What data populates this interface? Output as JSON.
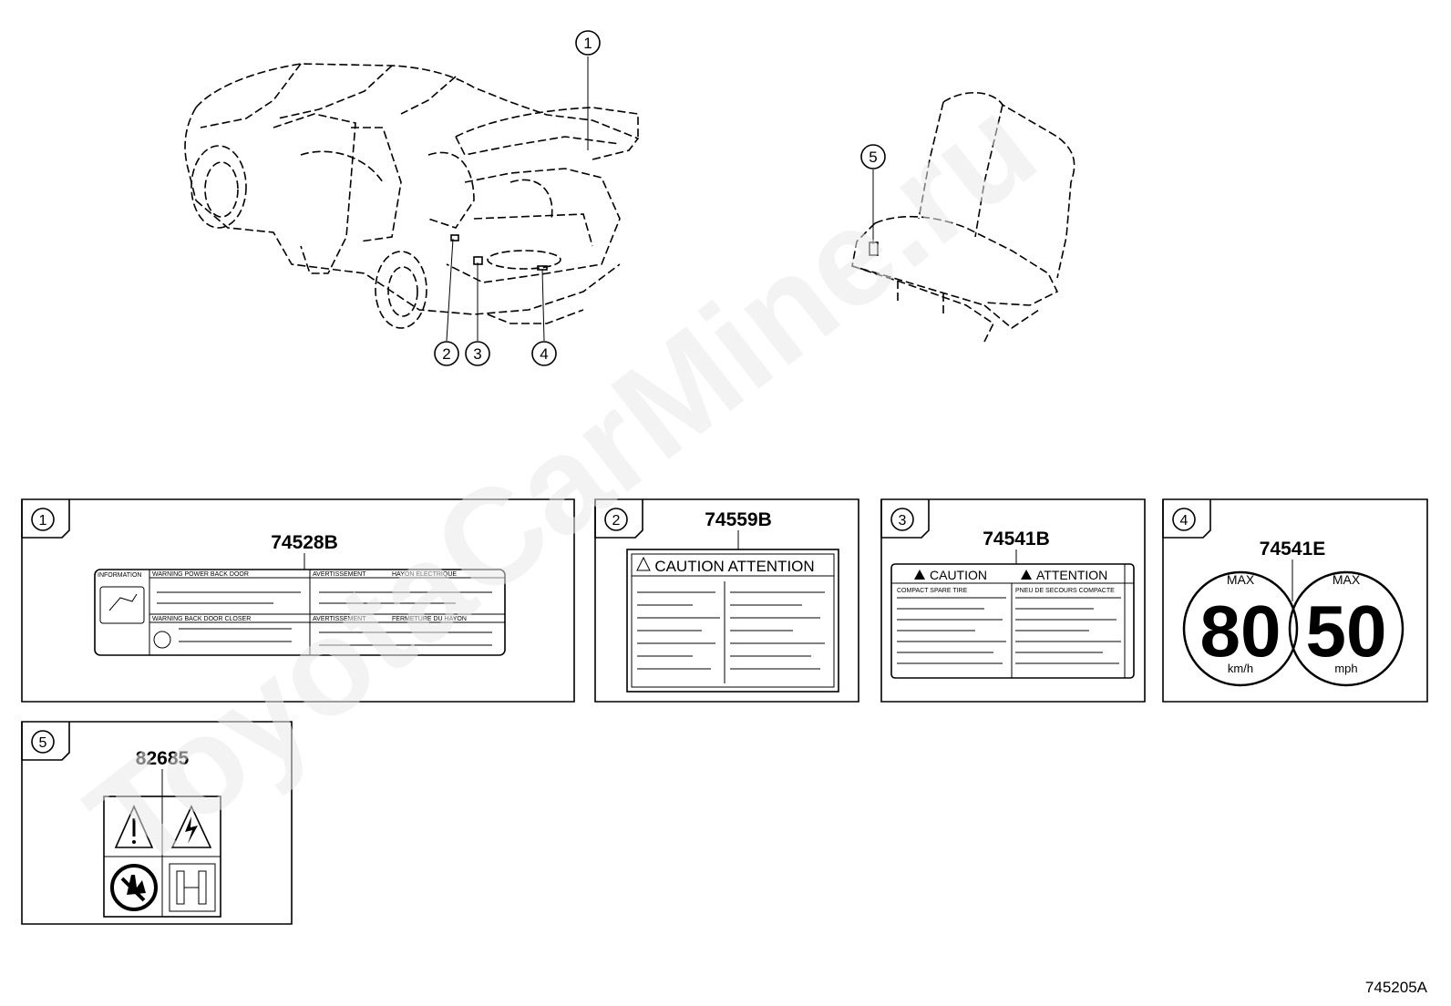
{
  "diagram_code": "745205A",
  "watermark": "ToyotaCarMine.ru",
  "callouts": {
    "c1": "1",
    "c2": "2",
    "c3": "3",
    "c4": "4",
    "c5": "5"
  },
  "panels": [
    {
      "index": "1",
      "part": "74528B",
      "label_texts": [
        "INFORMATION",
        "WARNING POWER BACK DOOR",
        "AVERTISSEMENT",
        "HAYON ELECTRIQUE",
        "WARNING BACK DOOR CLOSER",
        "AVERTISSEMENT",
        "FERMETURE DU HAYON"
      ]
    },
    {
      "index": "2",
      "part": "74559B",
      "heading": "CAUTION ATTENTION"
    },
    {
      "index": "3",
      "part": "74541B",
      "caution": "CAUTION",
      "attention": "ATTENTION",
      "sub_left": "COMPACT SPARE TIRE",
      "sub_right": "PNEU DE SECOURS COMPACTE"
    },
    {
      "index": "4",
      "part": "74541E",
      "max": "MAX",
      "kmh_value": "80",
      "kmh_unit": "km/h",
      "mph_value": "50",
      "mph_unit": "mph"
    },
    {
      "index": "5",
      "part": "82685"
    }
  ]
}
